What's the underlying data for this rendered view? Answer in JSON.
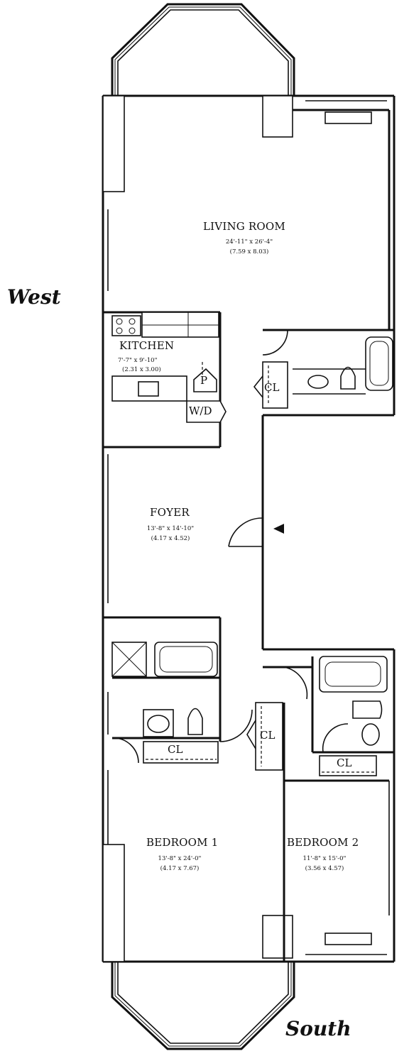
{
  "compass": {
    "west": "West",
    "south": "South"
  },
  "rooms": {
    "living": {
      "name": "LIVING ROOM",
      "dim_imperial": "24'-11\" x 26'-4\"",
      "dim_metric": "(7.59 x 8.03)"
    },
    "kitchen": {
      "name": "KITCHEN",
      "dim_imperial": "7'-7\" x 9'-10\"",
      "dim_metric": "(2.31 x 3.00)"
    },
    "foyer": {
      "name": "FOYER",
      "dim_imperial": "13'-8\" x 14'-10\"",
      "dim_metric": "(4.17 x 4.52)"
    },
    "bedroom1": {
      "name": "BEDROOM 1",
      "dim_imperial": "13'-8\" x 24'-0\"",
      "dim_metric": "(4.17 x 7.67)"
    },
    "bedroom2": {
      "name": "BEDROOM 2",
      "dim_imperial": "11'-8\" x 15'-0\"",
      "dim_metric": "(3.56 x 4.57)"
    }
  },
  "labels": {
    "closet_living": "CL",
    "closet_hall": "CL",
    "closet_bed1": "CL",
    "closet_bed2": "CL",
    "pantry": "P",
    "washer_dryer": "W/D"
  }
}
